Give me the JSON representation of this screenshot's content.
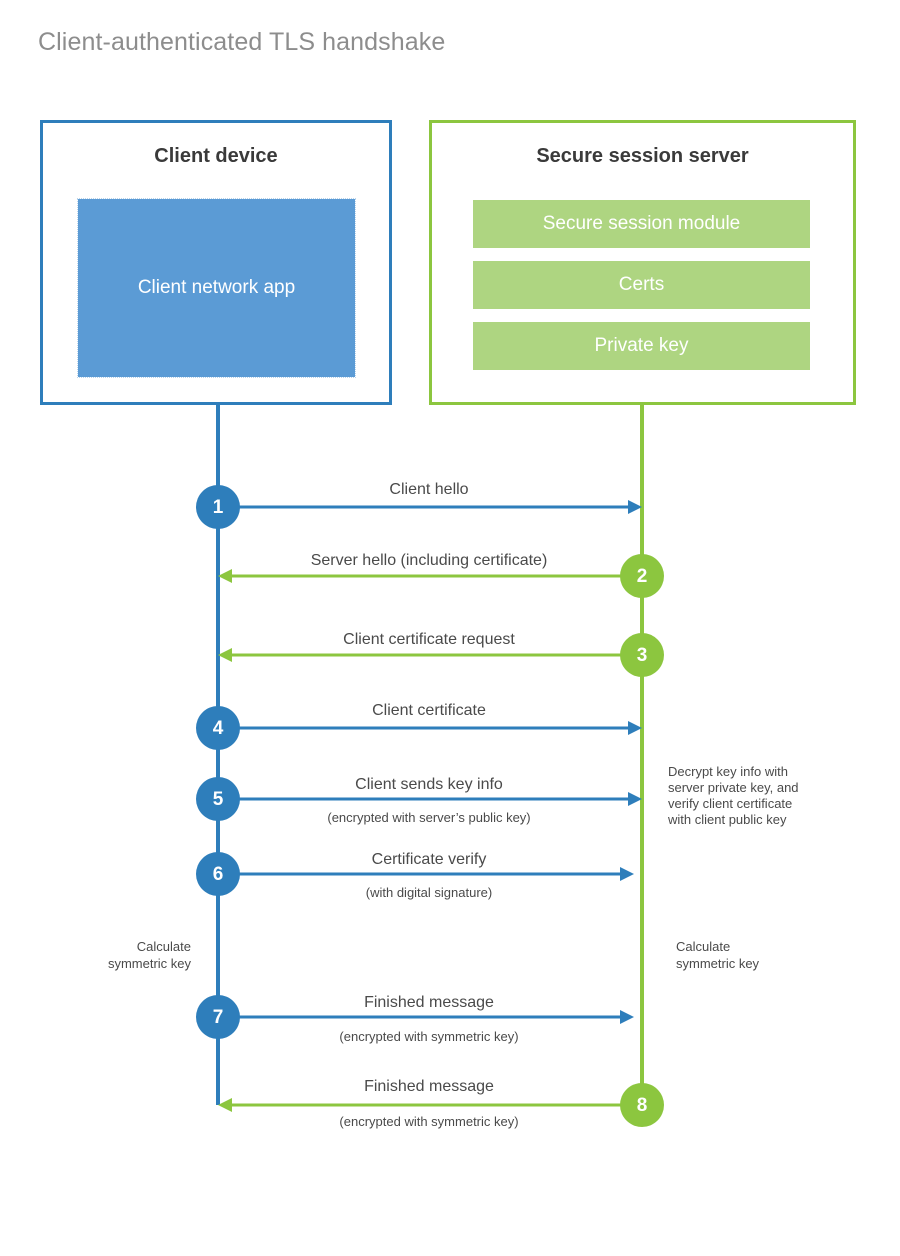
{
  "title": "Client-authenticated TLS handshake",
  "colors": {
    "client_accent": "#2e7ebb",
    "client_fill": "#5b9bd5",
    "server_accent": "#8cc63f",
    "server_fill": "#aed581",
    "title_text": "#8d8d8d",
    "body_text": "#4a4a4a",
    "background": "#ffffff"
  },
  "client": {
    "title": "Client device",
    "app_label": "Client network app"
  },
  "server": {
    "title": "Secure session server",
    "modules": [
      {
        "label": "Secure session module"
      },
      {
        "label": "Certs"
      },
      {
        "label": "Private key"
      }
    ]
  },
  "steps": [
    {
      "number": "1",
      "label": "Client hello",
      "sublabel": "",
      "direction": "client-to-server",
      "side": "client"
    },
    {
      "number": "2",
      "label": "Server hello (including certificate)",
      "sublabel": "",
      "direction": "server-to-client",
      "side": "server"
    },
    {
      "number": "3",
      "label": "Client certificate request",
      "sublabel": "",
      "direction": "server-to-client",
      "side": "server"
    },
    {
      "number": "4",
      "label": "Client certificate",
      "sublabel": "",
      "direction": "client-to-server",
      "side": "client"
    },
    {
      "number": "5",
      "label": "Client sends key info",
      "sublabel": "(encrypted with server’s public key)",
      "direction": "client-to-server",
      "side": "client"
    },
    {
      "number": "6",
      "label": "Certificate verify",
      "sublabel": "(with digital signature)",
      "direction": "client-to-server",
      "side": "client"
    },
    {
      "number": "7",
      "label": "Finished message",
      "sublabel": "(encrypted with symmetric key)",
      "direction": "client-to-server",
      "side": "client"
    },
    {
      "number": "8",
      "label": "Finished message",
      "sublabel": "(encrypted with symmetric key)",
      "direction": "server-to-client",
      "side": "server"
    }
  ],
  "notes": {
    "server_decrypt": [
      "Decrypt key info with",
      "server private key, and",
      "verify client certificate",
      "with client public key"
    ],
    "client_calculate": [
      "Calculate",
      "symmetric key"
    ],
    "server_calculate": [
      "Calculate",
      "symmetric key"
    ]
  }
}
